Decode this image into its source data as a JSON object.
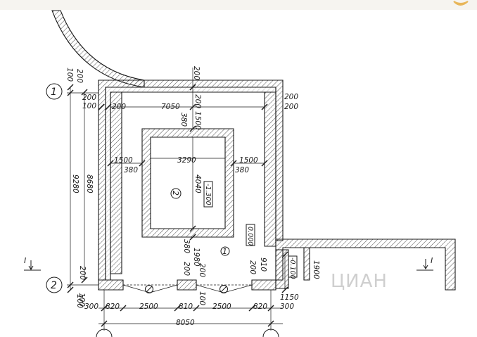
{
  "watermark": "ЦИАН",
  "axes": {
    "row_1": "1",
    "row_2": "2"
  },
  "section_marker": "I",
  "room_marks": {
    "room_1": "1",
    "pit": "2"
  },
  "levels": {
    "floor": "0.000",
    "pit_bottom": "-1.300",
    "annex": "-0.100"
  },
  "dims": {
    "left_top_200": "200",
    "left_top_100": "100",
    "left_inner_200": "200",
    "left_inner_100": "100",
    "left_9280": "9280",
    "left_8680": "8680",
    "left_bot_200": "200",
    "left_bot_100": "100",
    "top_200_left": "200",
    "top_7050": "7050",
    "top_200_mid": "200",
    "top_1500": "1500",
    "top_380": "380",
    "top_200_vert": "200",
    "right_200_a": "200",
    "right_200_b": "200",
    "pit_1500_left": "1500",
    "pit_3290": "3290",
    "pit_1500_right": "1500",
    "pit_380_left": "380",
    "pit_380_right": "380",
    "pit_4040": "4040",
    "pit_380_bot": "380",
    "pit_1980": "1980",
    "pit_200": "200",
    "pit_200_b": "200",
    "door_910": "910",
    "door_200": "200",
    "annex_1900": "1900",
    "annex_1150": "1150",
    "bot_300_l": "300",
    "bot_820_l": "820",
    "bot_2500_l": "2500",
    "bot_810": "810",
    "bot_2500_r": "2500",
    "bot_820_r": "820",
    "bot_300_r": "300",
    "bot_100_l": "100",
    "bot_100_m": "100",
    "bot_8050": "8050"
  }
}
